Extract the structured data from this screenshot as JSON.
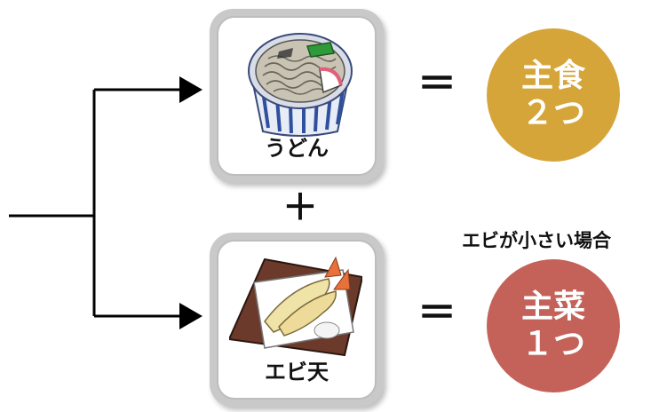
{
  "udon": {
    "label": "うどん",
    "result_line1": "主食",
    "result_line2": "２つ",
    "result_color": "#d6a53a"
  },
  "ebiten": {
    "label": "エビ天",
    "note": "エビが小さい場合",
    "result_line1": "主菜",
    "result_line2": "１つ",
    "result_color": "#c4625a"
  },
  "operators": {
    "plus": "＋",
    "equals": "＝"
  }
}
